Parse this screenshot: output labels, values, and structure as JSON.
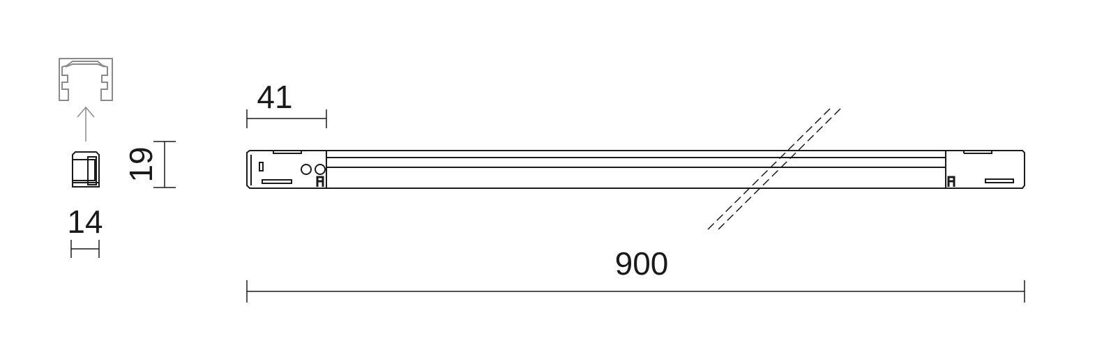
{
  "dimensions": {
    "profile_width": "14",
    "profile_height": "19",
    "endcap_length": "41",
    "total_length": "900"
  },
  "colors": {
    "line": "#1a1a1a",
    "profile": "#8a8a8a"
  }
}
